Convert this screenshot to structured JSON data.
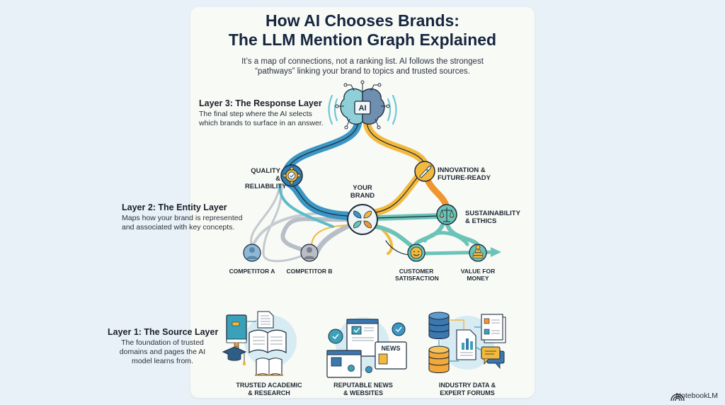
{
  "header": {
    "title_line1": "How AI Chooses Brands:",
    "title_line2": "The LLM Mention Graph Explained",
    "subtitle_line1": "It’s a map of connections, not a ranking list. AI follows the strongest",
    "subtitle_line2": "“pathways” linking your brand to topics and trusted sources."
  },
  "layers": [
    {
      "title": "Layer 3: The Response Layer",
      "desc_line1": "The final step where the AI selects",
      "desc_line2": "which brands to surface in an answer."
    },
    {
      "title": "Layer 2: The Entity Layer",
      "desc_line1": "Maps how your brand is represented",
      "desc_line2": "and associated with key concepts."
    },
    {
      "title": "Layer 1: The Source Layer",
      "desc_line1": "The foundation of trusted",
      "desc_line2": "domains and pages the AI",
      "desc_line3": "model learns from."
    }
  ],
  "ai_node": {
    "label": "AI",
    "icon": "brain-circuit-icon"
  },
  "brand_node": {
    "label_line1": "YOUR",
    "label_line2": "BRAND",
    "icon": "brand-logo-icon"
  },
  "entities": [
    {
      "line1": "QUALITY &",
      "line2": "RELIABILITY",
      "icon": "gear-check-icon"
    },
    {
      "line1": "INNOVATION &",
      "line2": "FUTURE-READY",
      "icon": "rocket-icon"
    },
    {
      "line1": "SUSTAINABILITY",
      "line2": "& ETHICS",
      "icon": "balance-scale-icon"
    },
    {
      "line1": "CUSTOMER",
      "line2": "SATISFACTION",
      "icon": "smiley-icon"
    },
    {
      "line1": "VALUE FOR",
      "line2": "MONEY",
      "icon": "coins-icon"
    }
  ],
  "competitors": [
    {
      "label": "COMPETITOR A",
      "icon": "user-avatar-icon"
    },
    {
      "label": "COMPETITOR B",
      "icon": "user-avatar-icon"
    }
  ],
  "sources": [
    {
      "line1": "TRUSTED ACADEMIC",
      "line2": "& RESEARCH",
      "icon": "books-icon"
    },
    {
      "line1": "REPUTABLE NEWS",
      "line2": "& WEBSITES",
      "icon": "news-web-icon"
    },
    {
      "line1": "INDUSTRY DATA &",
      "line2": "EXPERT FORUMS",
      "icon": "database-icon"
    }
  ],
  "news_badge": "NEWS",
  "watermark": "NotebookLM",
  "colors": {
    "blue_path": "#3b96c4",
    "yellow_path": "#f3b93d",
    "teal_path": "#6cc3b7",
    "orange_path": "#f0962f",
    "gray_path": "#b8bec7",
    "outline": "#1b2a3a"
  }
}
